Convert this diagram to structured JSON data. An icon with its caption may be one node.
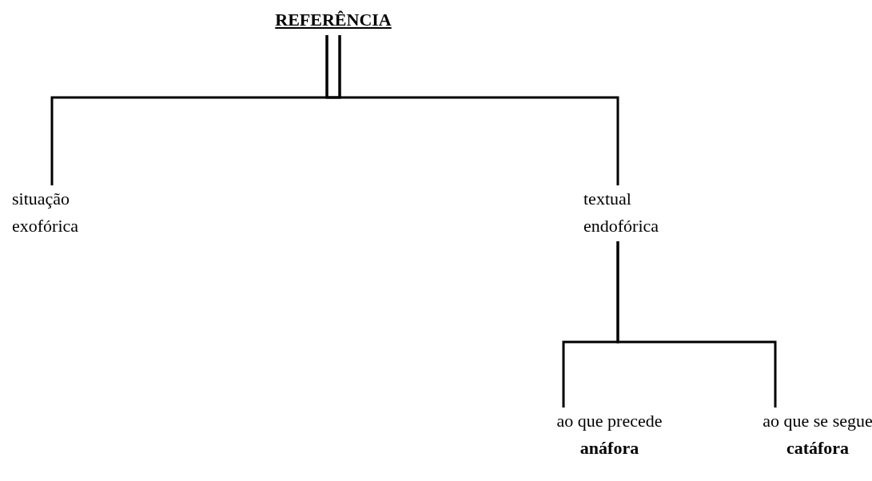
{
  "diagram": {
    "nodes": [
      {
        "text": [
          "REFERÊNCIA"
        ]
      },
      {
        "text": [
          "situação exofórica"
        ]
      },
      {
        "text": [
          "textual endofórica"
        ]
      },
      {
        "text": [
          "ao que precede",
          "anáfora"
        ]
      },
      {
        "text": [
          "ao que se segue",
          "catáfora"
        ]
      }
    ],
    "edges": [
      {
        "from": 0,
        "to": 1,
        "arrow": "none"
      },
      {
        "from": 0,
        "to": 2,
        "arrow": "none"
      },
      {
        "from": 2,
        "to": 3,
        "arrow": "none"
      },
      {
        "from": 2,
        "to": 4,
        "arrow": "none"
      }
    ]
  }
}
